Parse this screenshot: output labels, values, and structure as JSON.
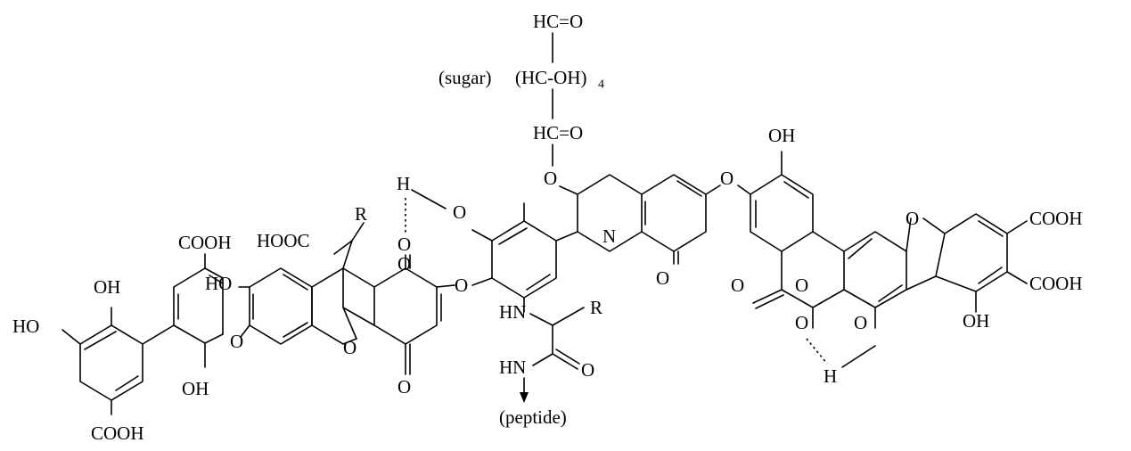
{
  "structure": {
    "atoms": [
      {
        "id": "ald1",
        "text": "HC=O"
      },
      {
        "id": "sugar",
        "text": "(sugar)"
      },
      {
        "id": "hcoh",
        "text": "(HC-OH)"
      },
      {
        "id": "hcoh_sub",
        "text": "4"
      },
      {
        "id": "ald2",
        "text": "HC=O"
      },
      {
        "id": "o_gly",
        "text": "O"
      },
      {
        "id": "oh_top",
        "text": "OH"
      },
      {
        "id": "o_ether_r",
        "text": "O"
      },
      {
        "id": "o_furan",
        "text": "O"
      },
      {
        "id": "cooh_r1",
        "text": "COOH"
      },
      {
        "id": "cooh_r2",
        "text": "COOH"
      },
      {
        "id": "oh_r_bottom",
        "text": "OH"
      },
      {
        "id": "ketone_l",
        "text": "O"
      },
      {
        "id": "ketone_r",
        "text": "O"
      },
      {
        "id": "o_hb1",
        "text": "O"
      },
      {
        "id": "o_hb2",
        "text": "O"
      },
      {
        "id": "h_hb",
        "text": "H"
      },
      {
        "id": "n_ring",
        "text": "N"
      },
      {
        "id": "o_quinone",
        "text": "O"
      },
      {
        "id": "o_phenol",
        "text": "O"
      },
      {
        "id": "h_top",
        "text": "H"
      },
      {
        "id": "o_hbond_top",
        "text": "O"
      },
      {
        "id": "hn_amide",
        "text": "HN"
      },
      {
        "id": "r_amide",
        "text": "R"
      },
      {
        "id": "o_carbonyl",
        "text": "O"
      },
      {
        "id": "hn_peptide",
        "text": "HN"
      },
      {
        "id": "peptide",
        "text": "(peptide)"
      },
      {
        "id": "o_link_mid",
        "text": "O"
      },
      {
        "id": "o_quin_top",
        "text": "O"
      },
      {
        "id": "o_quin_bot",
        "text": "O"
      },
      {
        "id": "r_left",
        "text": "R"
      },
      {
        "id": "hooc",
        "text": "HOOC"
      },
      {
        "id": "o_xanthene",
        "text": "O"
      },
      {
        "id": "oh_xanth",
        "text": "HO"
      },
      {
        "id": "o_link_left",
        "text": "O"
      },
      {
        "id": "cooh_top_l",
        "text": "COOH"
      },
      {
        "id": "oh_bp1",
        "text": "OH"
      },
      {
        "id": "ho_bp",
        "text": "HO"
      },
      {
        "id": "oh_bp2",
        "text": "OH"
      },
      {
        "id": "cooh_bottom",
        "text": "COOH"
      }
    ]
  }
}
